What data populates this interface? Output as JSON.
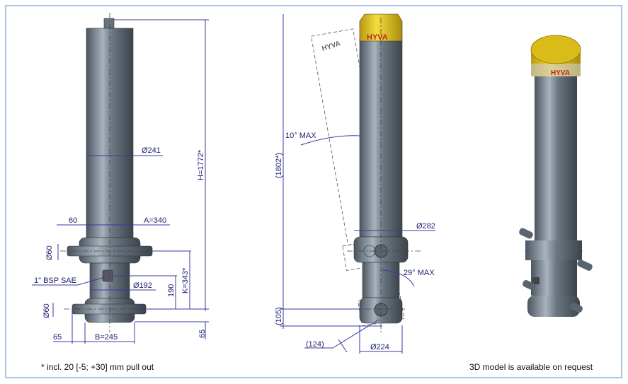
{
  "left_view": {
    "height": "H=1772*",
    "tube_diameter": "Ø241",
    "a_dim": "A=340",
    "trunnion_offset": "60",
    "upper_trunnion_diameter": "Ø60",
    "port": "1\" BSP SAE",
    "lower_diameter": "Ø192",
    "dim_190": "190",
    "k_dim": "K=343*",
    "lower_trunnion_diameter": "Ø60",
    "bottom_offset": "65",
    "b_dim": "B=245",
    "bottom_height": "65"
  },
  "middle_view": {
    "tilt": "10° MAX",
    "height": "(1802*)",
    "collar_diameter": "Ø282",
    "swing": "29° MAX",
    "dim_105": "(105)",
    "dim_124": "(124)",
    "head_diameter": "Ø224",
    "logo": "HYVA"
  },
  "right_view": {
    "logo": "HYVA"
  },
  "footnote": "* incl. 20 [-5; +30] mm pull out",
  "model_note": "3D model is available on request",
  "colors": {
    "body": "#5f6b76",
    "cap": "#e8c81e",
    "dimension": "#3a3aa0",
    "frame": "#a9c4e8"
  }
}
